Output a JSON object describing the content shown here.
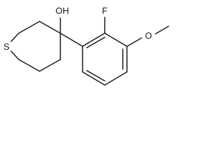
{
  "molecule": {
    "atoms": {
      "hydroxyl": "OH",
      "fluorine": "F",
      "ether_oxygen": "O",
      "sulfur": "S"
    }
  }
}
